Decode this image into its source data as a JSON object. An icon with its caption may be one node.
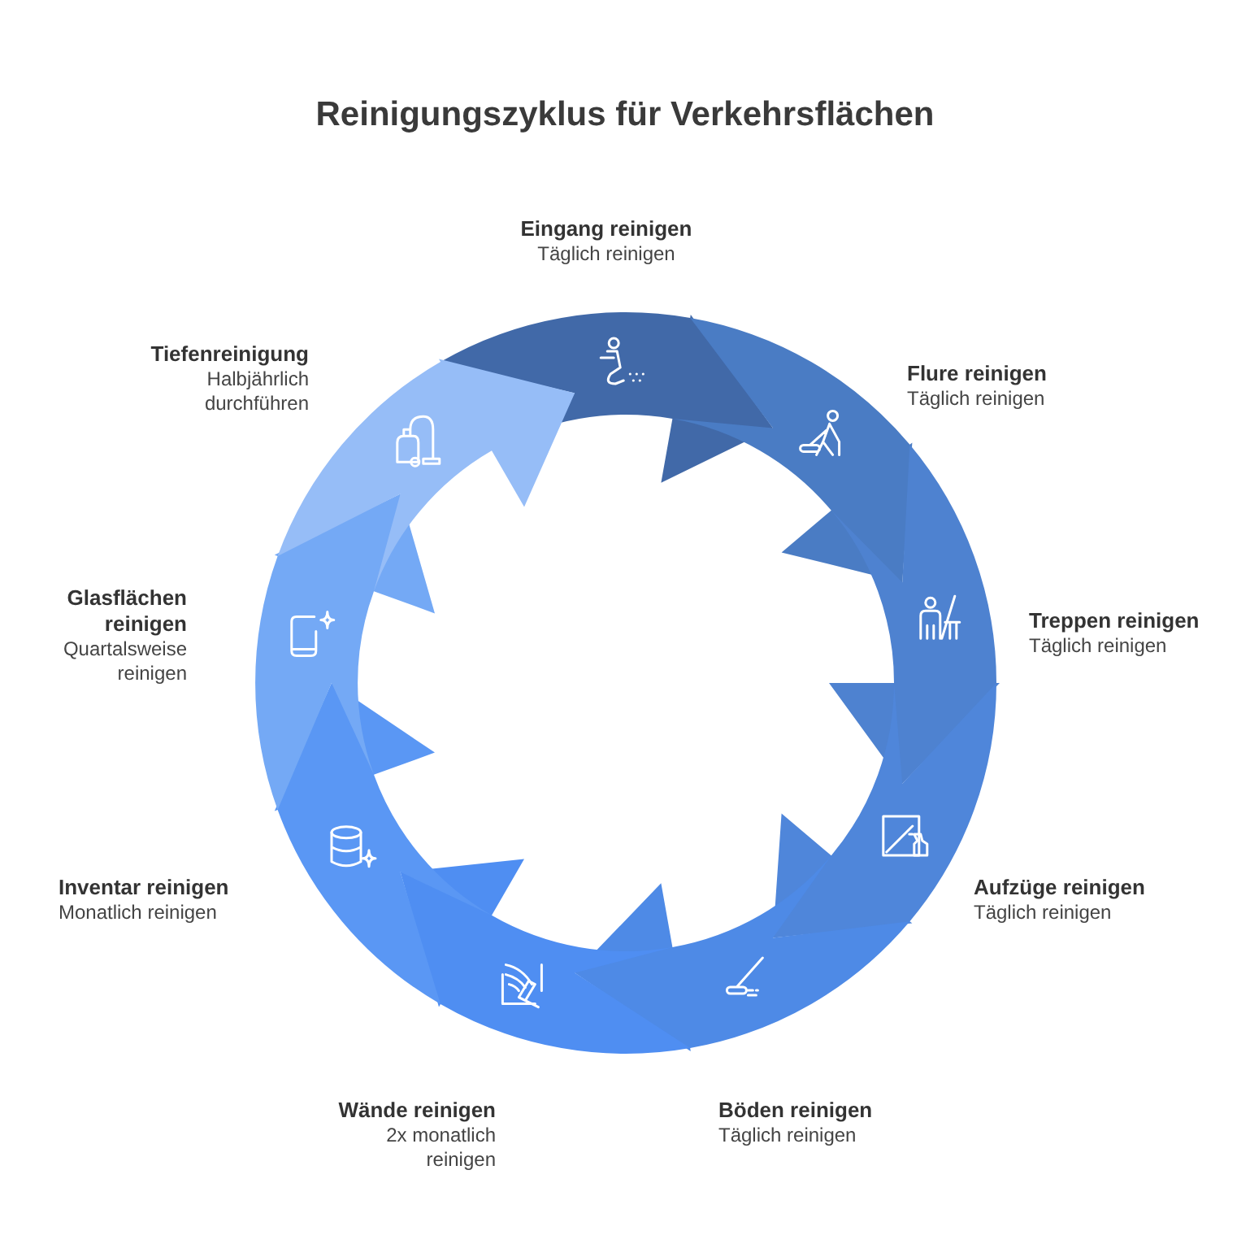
{
  "diagram": {
    "title": "Reinigungszyklus für Verkehrsflächen",
    "nodes": [
      {
        "text": [
          "Eingang reinigen",
          "Täglich reinigen"
        ]
      },
      {
        "text": [
          "Flure reinigen",
          "Täglich reinigen"
        ]
      },
      {
        "text": [
          "Treppen reinigen",
          "Täglich reinigen"
        ]
      },
      {
        "text": [
          "Aufzüge reinigen",
          "Täglich reinigen"
        ]
      },
      {
        "text": [
          "Böden reinigen",
          "Täglich reinigen"
        ]
      },
      {
        "text": [
          "Wände reinigen",
          "2x monatlich reinigen"
        ]
      },
      {
        "text": [
          "Inventar reinigen",
          "Monatlich reinigen"
        ]
      },
      {
        "text": [
          "Glasflächen reinigen",
          "Quartalsweise reinigen"
        ]
      },
      {
        "text": [
          "Tiefenreinigung",
          "Halbjährlich durchführen"
        ]
      }
    ]
  }
}
